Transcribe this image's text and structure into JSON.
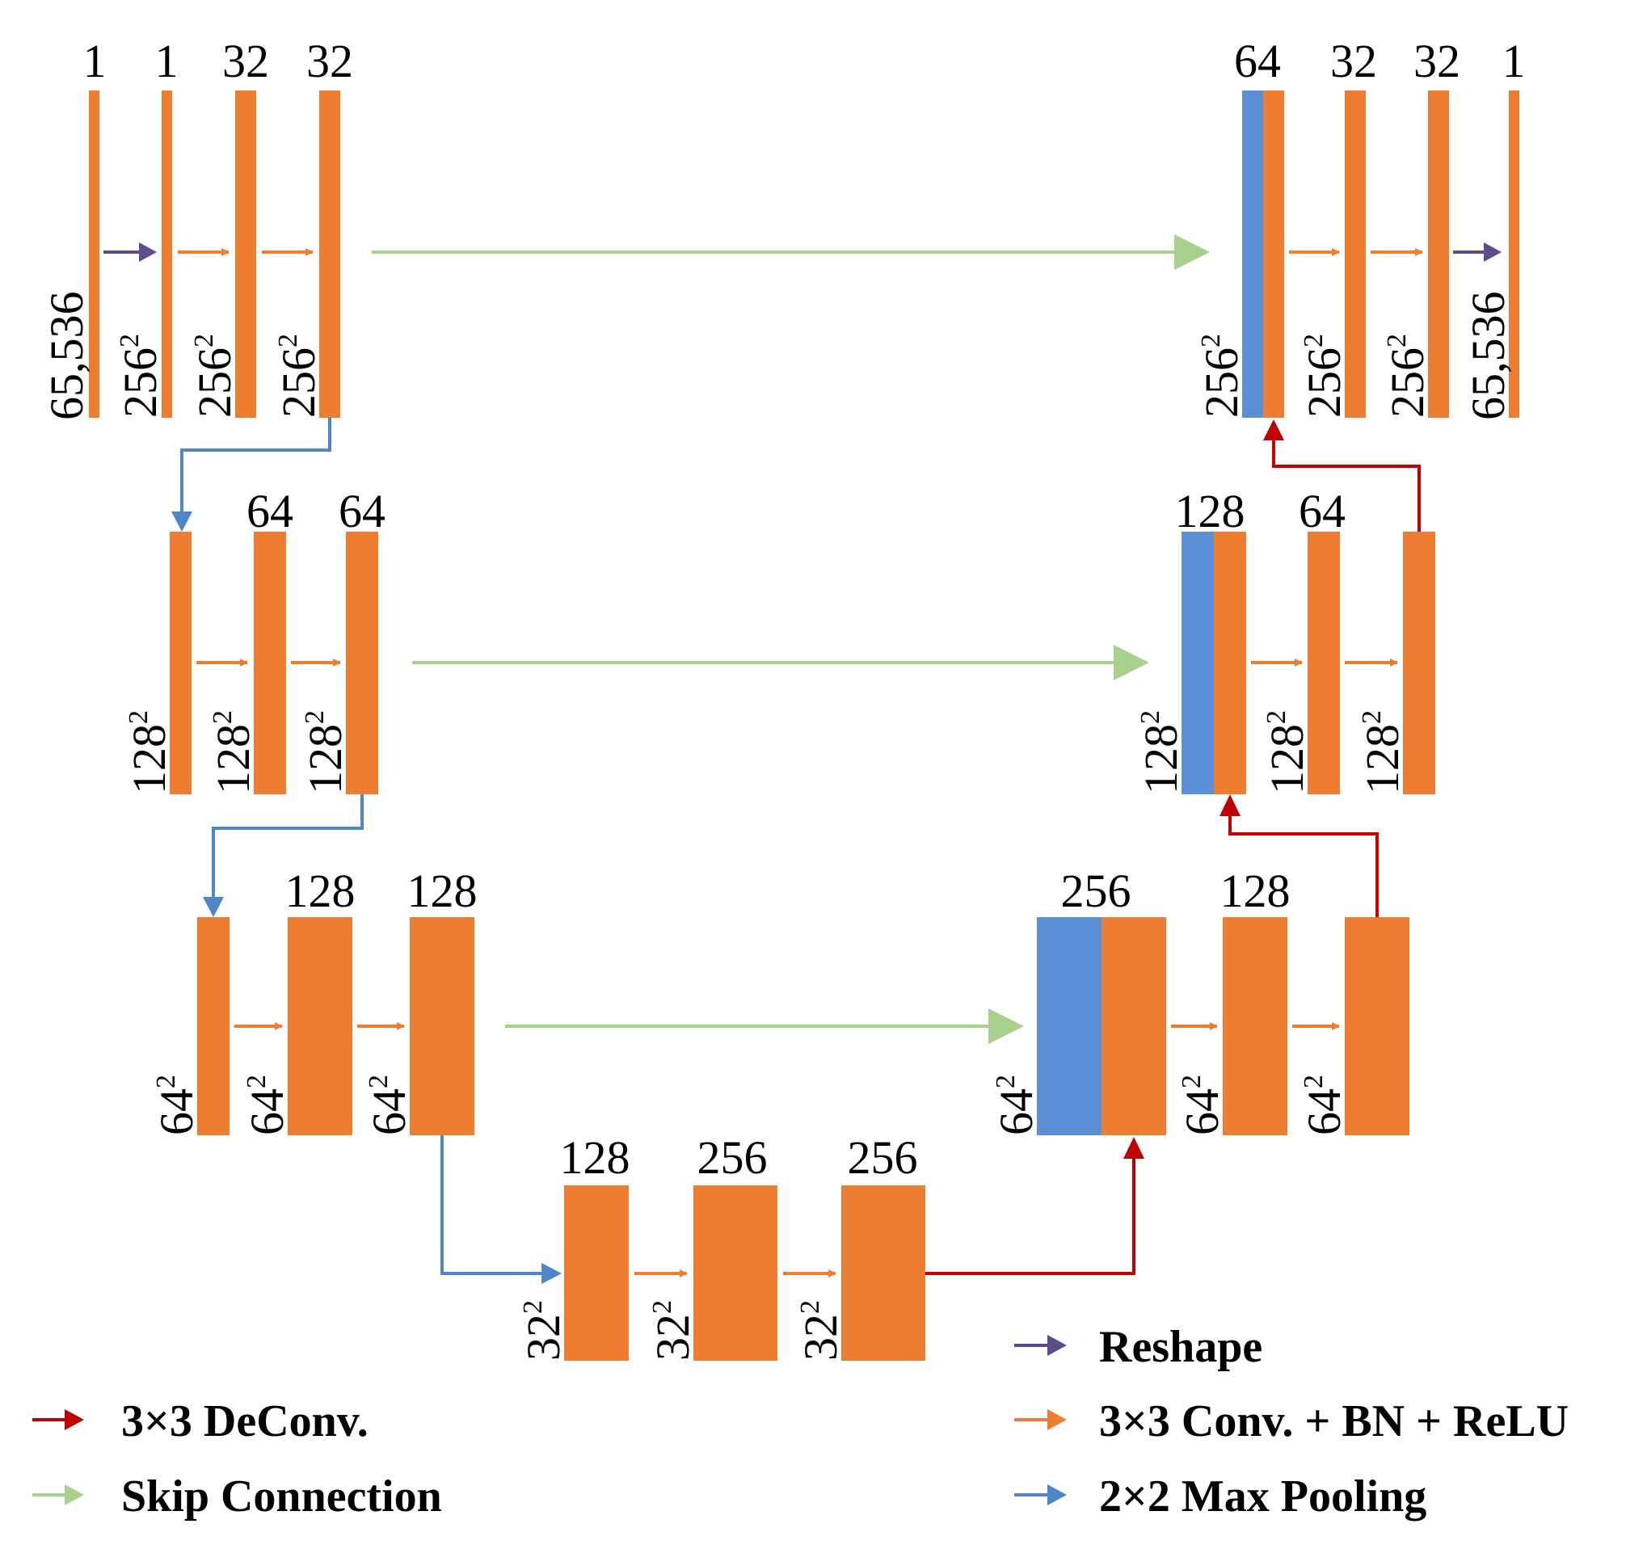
{
  "colors": {
    "feature_map": "#ED7D31",
    "copied_map": "#5B8FD6",
    "deconv": "#C00000",
    "skip": "#A9D18E",
    "maxpool": "#4E86C8",
    "reshape": "#5E4B8B",
    "conv": "#ED7D31"
  },
  "blocks": [
    {
      "channels": "1",
      "size": "65,536"
    },
    {
      "channels": "1",
      "size": "256",
      "exp": "2"
    },
    {
      "channels": "32",
      "size": "256",
      "exp": "2"
    },
    {
      "channels": "32",
      "size": "256",
      "exp": "2"
    },
    {
      "channels": "",
      "size": "128",
      "exp": "2"
    },
    {
      "channels": "64",
      "size": "128",
      "exp": "2"
    },
    {
      "channels": "64",
      "size": "128",
      "exp": "2"
    },
    {
      "channels": "",
      "size": "64",
      "exp": "2"
    },
    {
      "channels": "128",
      "size": "64",
      "exp": "2"
    },
    {
      "channels": "128",
      "size": "64",
      "exp": "2"
    },
    {
      "channels": "128",
      "size": "32",
      "exp": "2"
    },
    {
      "channels": "256",
      "size": "32",
      "exp": "2"
    },
    {
      "channels": "256",
      "size": "32",
      "exp": "2"
    },
    {
      "channels": "256",
      "size": "64",
      "exp": "2"
    },
    {
      "channels": "128",
      "size": "64",
      "exp": "2"
    },
    {
      "channels": "",
      "size": "64",
      "exp": "2"
    },
    {
      "channels": "128",
      "size": "128",
      "exp": "2"
    },
    {
      "channels": "64",
      "size": "128",
      "exp": "2"
    },
    {
      "channels": "",
      "size": "128",
      "exp": "2"
    },
    {
      "channels": "64",
      "size": "256",
      "exp": "2"
    },
    {
      "channels": "32",
      "size": "256",
      "exp": "2"
    },
    {
      "channels": "32",
      "size": "256",
      "exp": "2"
    },
    {
      "channels": "1",
      "size": "65,536"
    }
  ],
  "legend": {
    "reshape": "Reshape",
    "deconv": "3×3 DeConv.",
    "conv": "3×3 Conv. + BN + ReLU",
    "skip": "Skip Connection",
    "maxpool": "2×2 Max Pooling"
  }
}
